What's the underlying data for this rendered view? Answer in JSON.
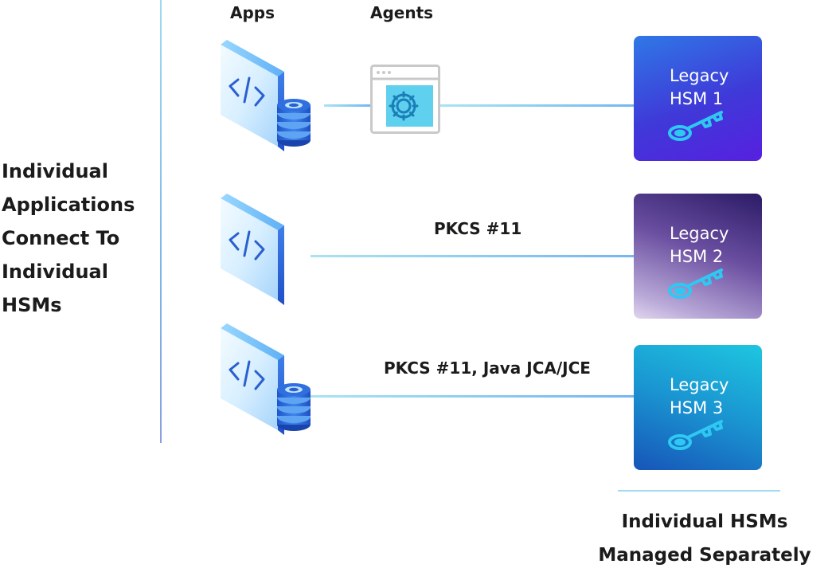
{
  "left_caption": {
    "line1": "Individual",
    "line2": "Applications",
    "line3": "Connect To",
    "line4": "Individual",
    "line5": "HSMs"
  },
  "headers": {
    "apps": "Apps",
    "agents": "Agents"
  },
  "connections": {
    "row2": "PKCS #11",
    "row3": "PKCS #11, Java JCA/JCE"
  },
  "hsms": [
    {
      "line1": "Legacy",
      "line2": "HSM 1"
    },
    {
      "line1": "Legacy",
      "line2": "HSM 2"
    },
    {
      "line1": "Legacy",
      "line2": "HSM 3"
    }
  ],
  "bottom_caption": {
    "line1": "Individual HSMs",
    "line2": "Managed Separately"
  },
  "icons": [
    "code-window-icon",
    "database-icon",
    "agent-gear-icon",
    "key-icon"
  ],
  "colors": {
    "line": "#74b6f0",
    "hsm1": "#3f39d8",
    "hsm2": "#6a4ea0",
    "hsm3": "#1a94d1"
  }
}
